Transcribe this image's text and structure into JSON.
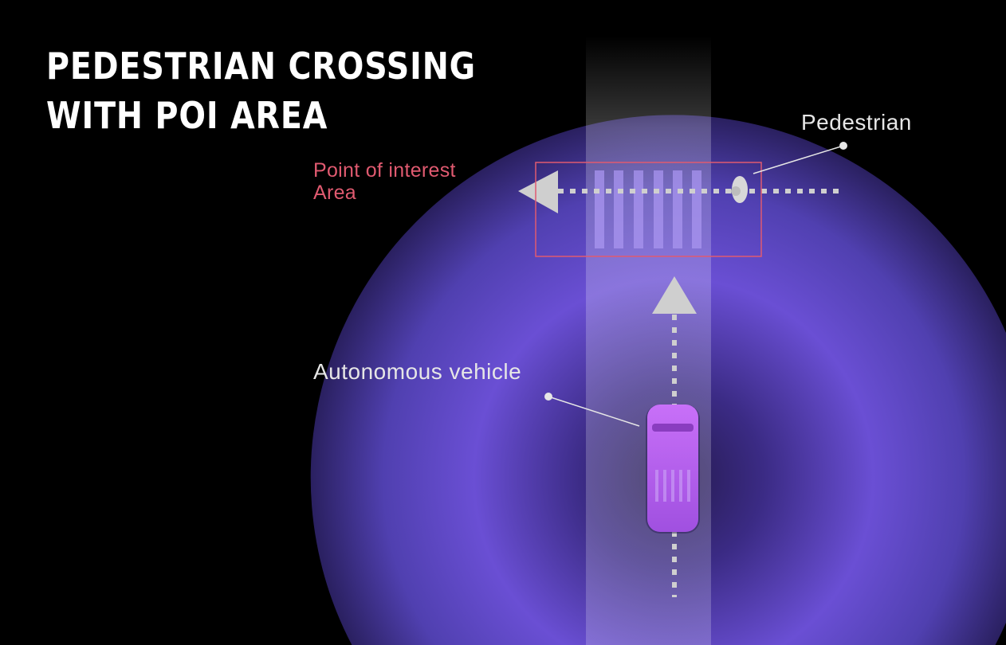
{
  "title": {
    "line1": "PEDESTRIAN CROSSING",
    "line2": "WITH POI AREA"
  },
  "labels": {
    "pedestrian": "Pedestrian",
    "poi_line1": "Point of interest",
    "poi_line2": "Area",
    "vehicle": "Autonomous vehicle"
  },
  "colors": {
    "background": "#000000",
    "sensor_field": "#6a4fd4",
    "poi_box": "#e05a70",
    "vehicle": "#b55cf0",
    "label": "#e6e6e6"
  }
}
